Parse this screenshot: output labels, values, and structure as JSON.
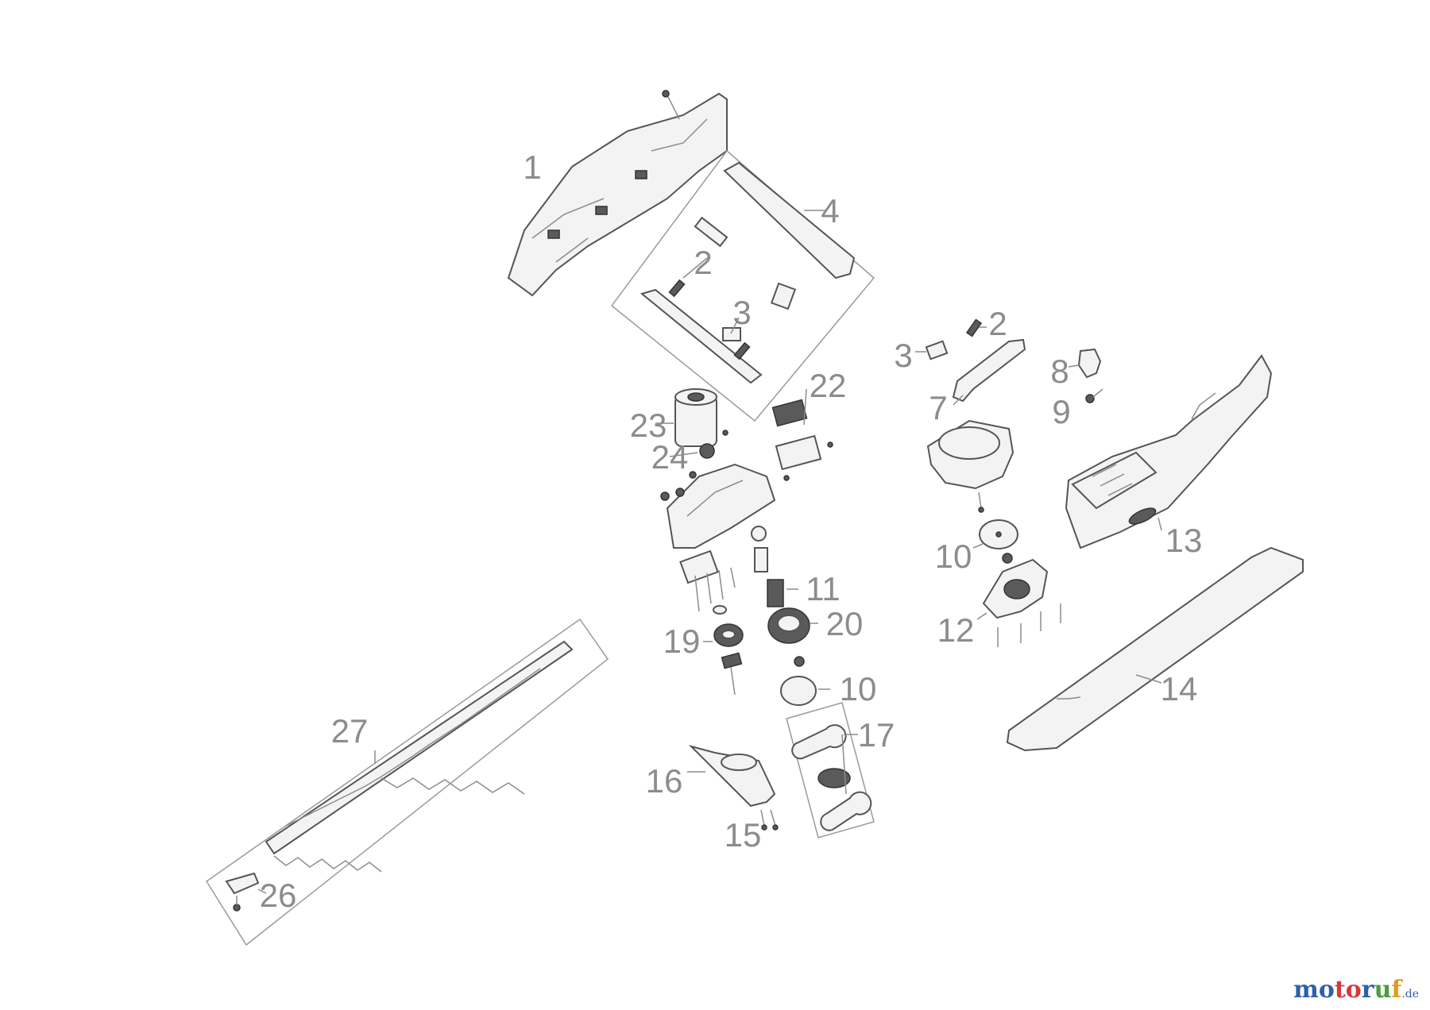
{
  "labels": [
    {
      "id": "p1",
      "text": "1"
    },
    {
      "id": "p2a",
      "text": "2"
    },
    {
      "id": "p2b",
      "text": "2"
    },
    {
      "id": "p3a",
      "text": "3"
    },
    {
      "id": "p3b",
      "text": "3"
    },
    {
      "id": "p4",
      "text": "4"
    },
    {
      "id": "p7",
      "text": "7"
    },
    {
      "id": "p8",
      "text": "8"
    },
    {
      "id": "p9",
      "text": "9"
    },
    {
      "id": "p10a",
      "text": "10"
    },
    {
      "id": "p10b",
      "text": "10"
    },
    {
      "id": "p11",
      "text": "11"
    },
    {
      "id": "p12",
      "text": "12"
    },
    {
      "id": "p13",
      "text": "13"
    },
    {
      "id": "p14",
      "text": "14"
    },
    {
      "id": "p15",
      "text": "15"
    },
    {
      "id": "p16",
      "text": "16"
    },
    {
      "id": "p17",
      "text": "17"
    },
    {
      "id": "p19",
      "text": "19"
    },
    {
      "id": "p20",
      "text": "20"
    },
    {
      "id": "p22",
      "text": "22"
    },
    {
      "id": "p23",
      "text": "23"
    },
    {
      "id": "p24",
      "text": "24"
    },
    {
      "id": "p26",
      "text": "26"
    },
    {
      "id": "p27",
      "text": "27"
    }
  ],
  "watermark": {
    "p1": "mo",
    "p2": "to",
    "p3": "r",
    "p4": "u",
    "p5": "f",
    "domain": ".de"
  }
}
